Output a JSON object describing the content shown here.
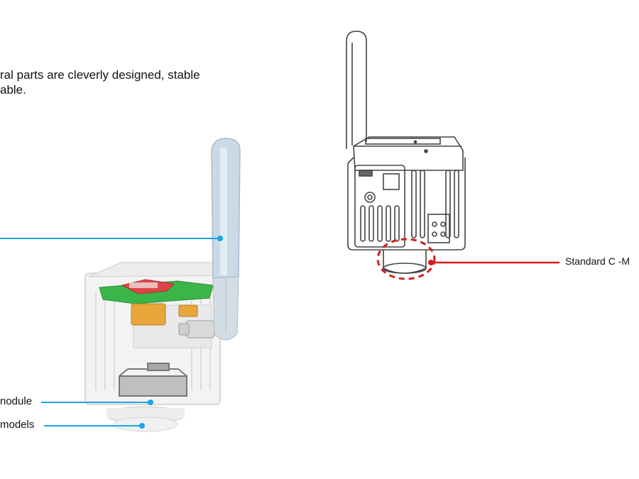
{
  "intro": {
    "line1": "ral parts are cleverly designed, stable",
    "line2": "able."
  },
  "callouts": {
    "module": "nodule",
    "models": "models",
    "standard_mount": "Standard C -M"
  },
  "colors": {
    "leader_blue": "#1aa3e8",
    "leader_red": "#d61c1c",
    "antenna": "#c9d9e6",
    "pcb_green": "#3bb54a",
    "chip_red": "#e04545",
    "connector_gold": "#e8a53a"
  }
}
